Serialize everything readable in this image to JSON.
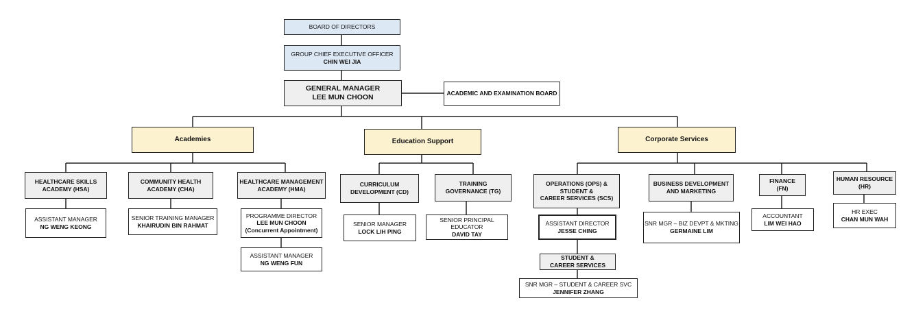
{
  "org_chart": {
    "board": {
      "title": "BOARD OF DIRECTORS"
    },
    "ceo": {
      "title": "GROUP CHIEF EXECUTIVE OFFICER",
      "name": "CHIN WEI JIA"
    },
    "gm": {
      "title": "GENERAL MANAGER",
      "name": "LEE MUN CHOON"
    },
    "aeb": {
      "title": "ACADEMIC AND EXAMINATION BOARD"
    },
    "divisions": {
      "academies": "Academies",
      "education_support": "Education Support",
      "corporate_services": "Corporate Services"
    },
    "units": {
      "hsa": {
        "line1": "HEALTHCARE SKILLS",
        "line2": "ACADEMY (HSA)"
      },
      "cha": {
        "line1": "COMMUNITY HEALTH",
        "line2": "ACADEMY (CHA)"
      },
      "hma": {
        "line1": "HEALTHCARE MANAGEMENT",
        "line2": "ACADEMY (HMA)"
      },
      "cd": {
        "line1": "CURRICULUM",
        "line2": "DEVELOPMENT (CD)"
      },
      "tg": {
        "line1": "TRAINING",
        "line2": "GOVERNANCE (TG)"
      },
      "ops": {
        "line1": "OPERATIONS (OPS) &",
        "line2": "STUDENT &",
        "line3": "CAREER SERVICES (SCS)"
      },
      "bdm": {
        "line1": "BUSINESS DEVELOPMENT",
        "line2": "AND MARKETING"
      },
      "fn": {
        "line1": "FINANCE",
        "line2": "(FN)"
      },
      "hr": {
        "line1": "HUMAN RESOURCE",
        "line2": "(HR)"
      },
      "scs": {
        "line1": "STUDENT &",
        "line2": "CAREER SERVICES"
      }
    },
    "staff": {
      "hsa_am": {
        "title": "ASSISTANT MANAGER",
        "name": "NG WENG KEONG"
      },
      "cha_stm": {
        "title": "SENIOR TRAINING MANAGER",
        "name": "KHAIRUDIN BIN RAHMAT"
      },
      "hma_pd": {
        "title": "PROGRAMME DIRECTOR",
        "name": "LEE MUN CHOON",
        "note": "(Concurrent Appointment)"
      },
      "hma_am": {
        "title": "ASSISTANT MANAGER",
        "name": "NG WENG FUN"
      },
      "cd_sm": {
        "title": "SENIOR MANAGER",
        "name": "LOCK LIH PING"
      },
      "tg_spe": {
        "title": "SENIOR PRINCIPAL EDUCATOR",
        "name": "DAVID TAY"
      },
      "ops_ad": {
        "title": "ASSISTANT DIRECTOR",
        "name": "JESSE CHING"
      },
      "scs_mgr": {
        "title": "SNR MGR – STUDENT & CAREER SVC",
        "name": "JENNIFER ZHANG"
      },
      "bdm_mgr": {
        "title": "SNR MGR – BIZ DEVPT & MKTING",
        "name": "GERMAINE LIM"
      },
      "fn_acct": {
        "title": "ACCOUNTANT",
        "name": "LIM WEI HAO"
      },
      "hr_exec": {
        "title": "HR EXEC",
        "name": "CHAN MUN WAH"
      }
    },
    "colors": {
      "top_fill": "#dde8f5",
      "unit_fill": "#efefef",
      "division_fill": "#fdf2cf",
      "line": "#222222"
    }
  }
}
